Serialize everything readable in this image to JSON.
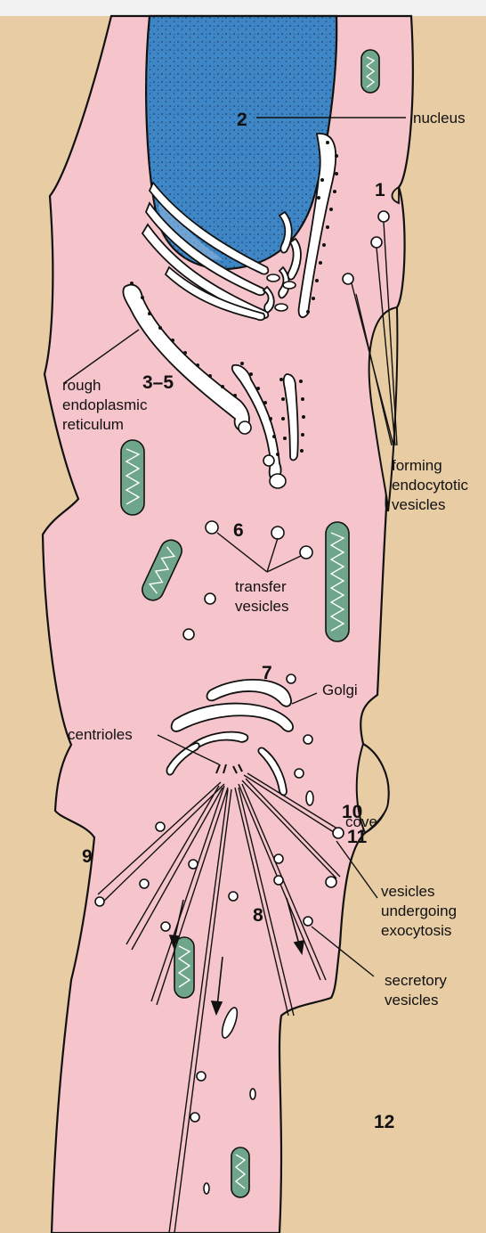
{
  "labels": {
    "nucleus": "nucleus",
    "rough_er_1": "rough",
    "rough_er_2": "endoplasmic",
    "rough_er_3": "reticulum",
    "forming_1": "forming",
    "forming_2": "endocytotic",
    "forming_3": "vesicles",
    "transfer_1": "transfer",
    "transfer_2": "vesicles",
    "golgi": "Golgi",
    "centrioles": "centrioles",
    "cove": "cove",
    "exo_1": "vesicles",
    "exo_2": "undergoing",
    "exo_3": "exocytosis",
    "secretory_1": "secretory",
    "secretory_2": "vesicles"
  },
  "numbers": {
    "n1": "1",
    "n2": "2",
    "n3_5": "3–5",
    "n6": "6",
    "n7": "7",
    "n8": "8",
    "n9": "9",
    "n10": "10",
    "n11": "11",
    "n12": "12"
  },
  "colors": {
    "background": "#E8CCA4",
    "cytoplasm": "#F6C4CB",
    "nucleus": "#3E86C6",
    "mitochondria": "#6FA58A",
    "outline": "#111111"
  }
}
